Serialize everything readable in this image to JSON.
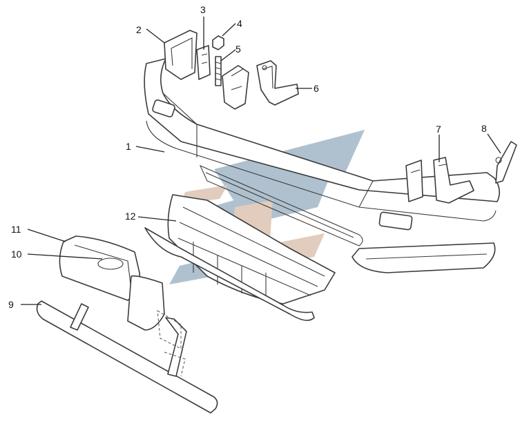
{
  "colors": {
    "line": "#3a3a3a",
    "watermark_blue": "#6e8fa8",
    "watermark_tan": "#c9a48a",
    "background": "#ffffff"
  },
  "callouts": [
    {
      "id": "1",
      "label": "1"
    },
    {
      "id": "2",
      "label": "2"
    },
    {
      "id": "3",
      "label": "3"
    },
    {
      "id": "4",
      "label": "4"
    },
    {
      "id": "5",
      "label": "5"
    },
    {
      "id": "6",
      "label": "6"
    },
    {
      "id": "7",
      "label": "7"
    },
    {
      "id": "8",
      "label": "8"
    },
    {
      "id": "9",
      "label": "9"
    },
    {
      "id": "10",
      "label": "10"
    },
    {
      "id": "11",
      "label": "11"
    },
    {
      "id": "12",
      "label": "12"
    }
  ]
}
